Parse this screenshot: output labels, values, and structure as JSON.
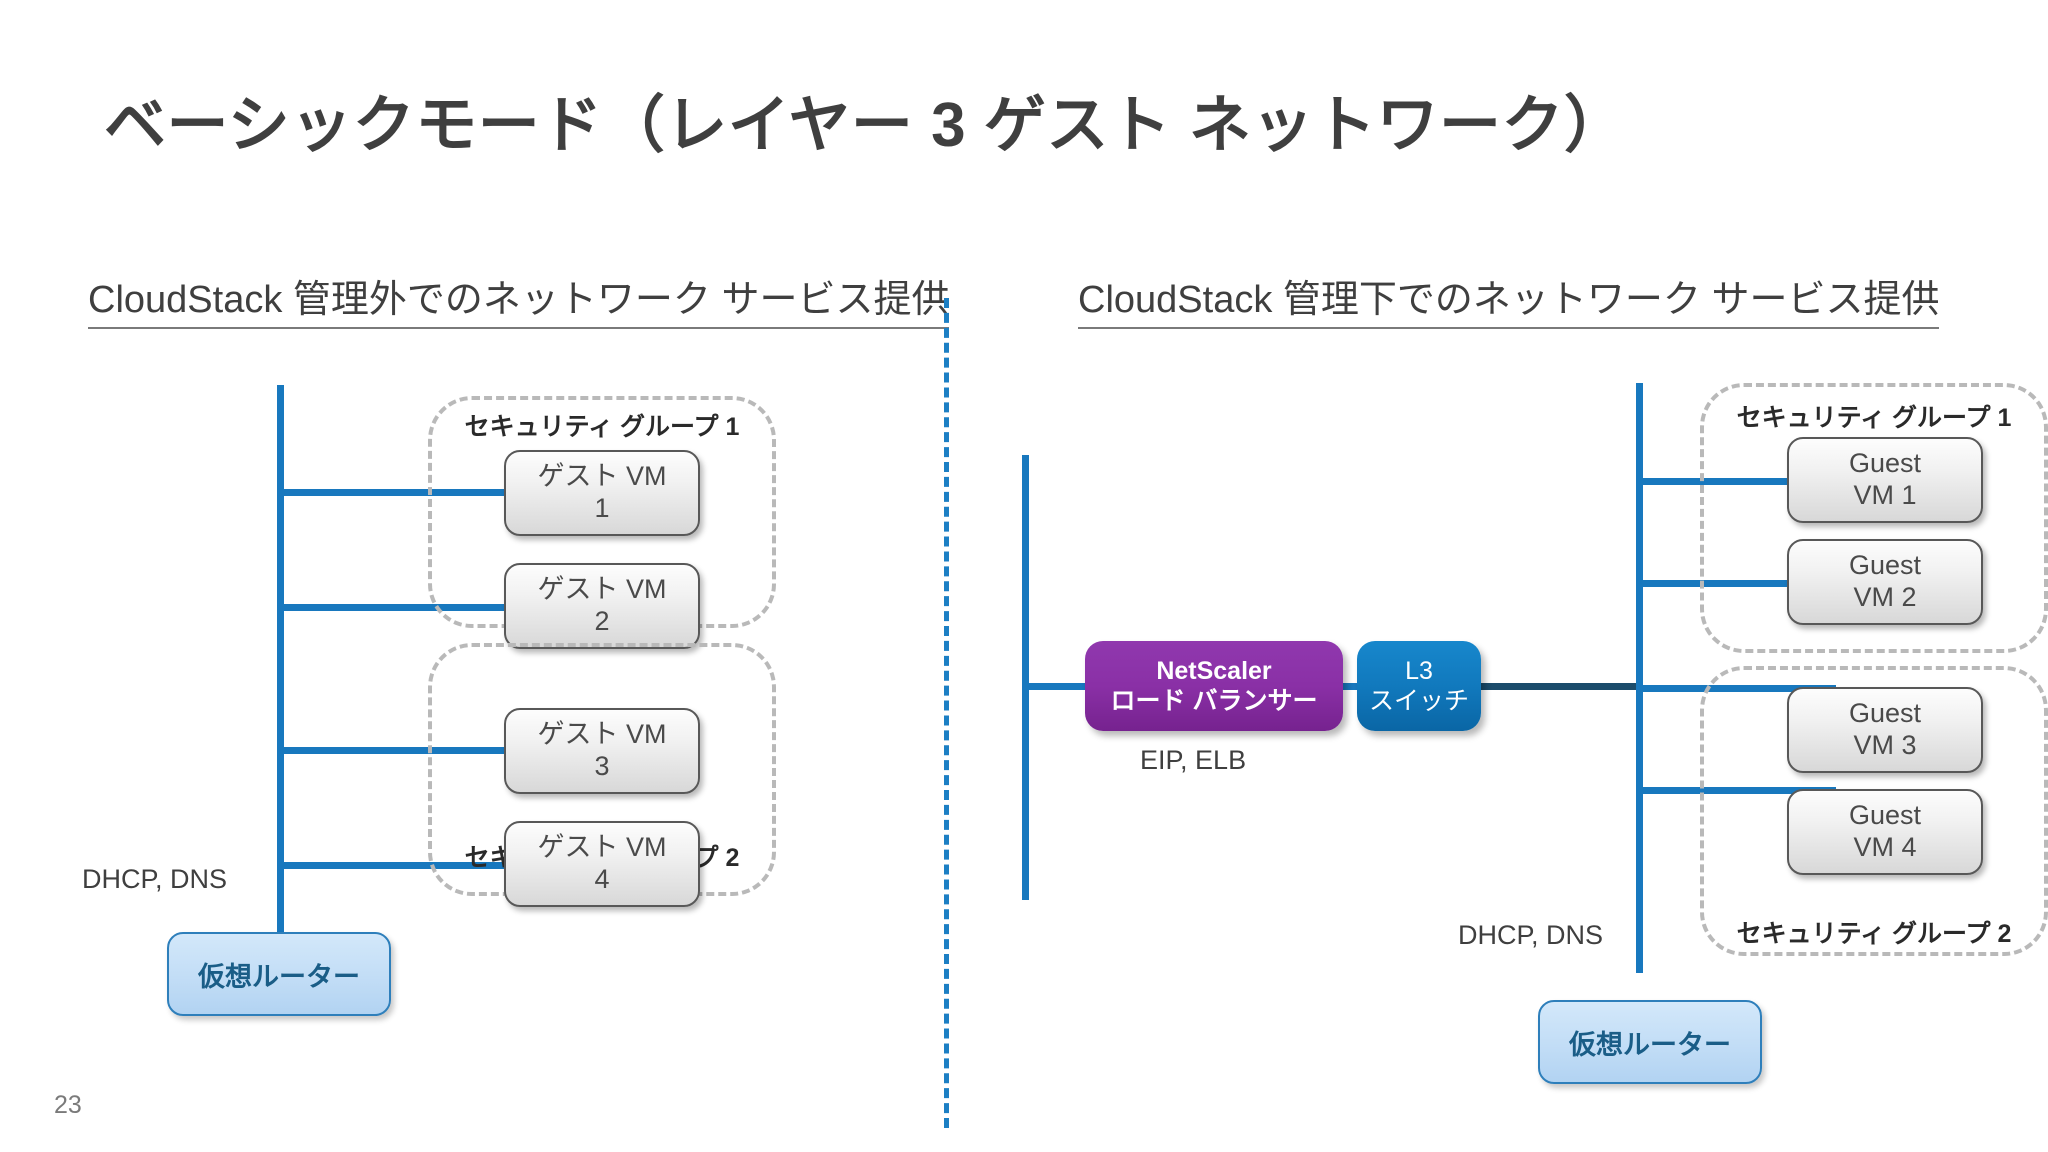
{
  "slide": {
    "title": "ベーシックモード（レイヤー 3 ゲスト ネットワーク）",
    "page_number": "23",
    "title_color": "#3f3f3f",
    "wire_color": "#1878be",
    "divider_color": "#1c7fc4",
    "dashed_group_color": "#b9b9b9"
  },
  "left_panel": {
    "heading": "CloudStack 管理外でのネットワーク サービス提供",
    "security_groups": [
      {
        "label": "セキュリティ グループ 1",
        "vms": [
          {
            "name": "ゲスト VM\n1"
          },
          {
            "name": "ゲスト VM\n2"
          }
        ]
      },
      {
        "label": "セキュリティ グループ 2",
        "vms": [
          {
            "name": "ゲスト VM\n3"
          },
          {
            "name": "ゲスト VM\n4"
          }
        ]
      }
    ],
    "router": {
      "label": "仮想ルーター",
      "services": "DHCP, DNS"
    }
  },
  "right_panel": {
    "heading": "CloudStack 管理下でのネットワーク サービス提供",
    "appliances": [
      {
        "name": "NetScaler\nロード バランサー",
        "color": "#8a30a6",
        "caption": "EIP, ELB"
      },
      {
        "name": "L3\nスイッチ",
        "color": "#1179bd"
      }
    ],
    "security_groups": [
      {
        "label": "セキュリティ グループ 1",
        "vms": [
          {
            "name": "Guest\nVM 1"
          },
          {
            "name": "Guest\nVM 2"
          }
        ]
      },
      {
        "label": "セキュリティ グループ 2",
        "vms": [
          {
            "name": "Guest\nVM 3"
          },
          {
            "name": "Guest\nVM 4"
          }
        ]
      }
    ],
    "router": {
      "label": "仮想ルーター",
      "services": "DHCP, DNS"
    }
  }
}
